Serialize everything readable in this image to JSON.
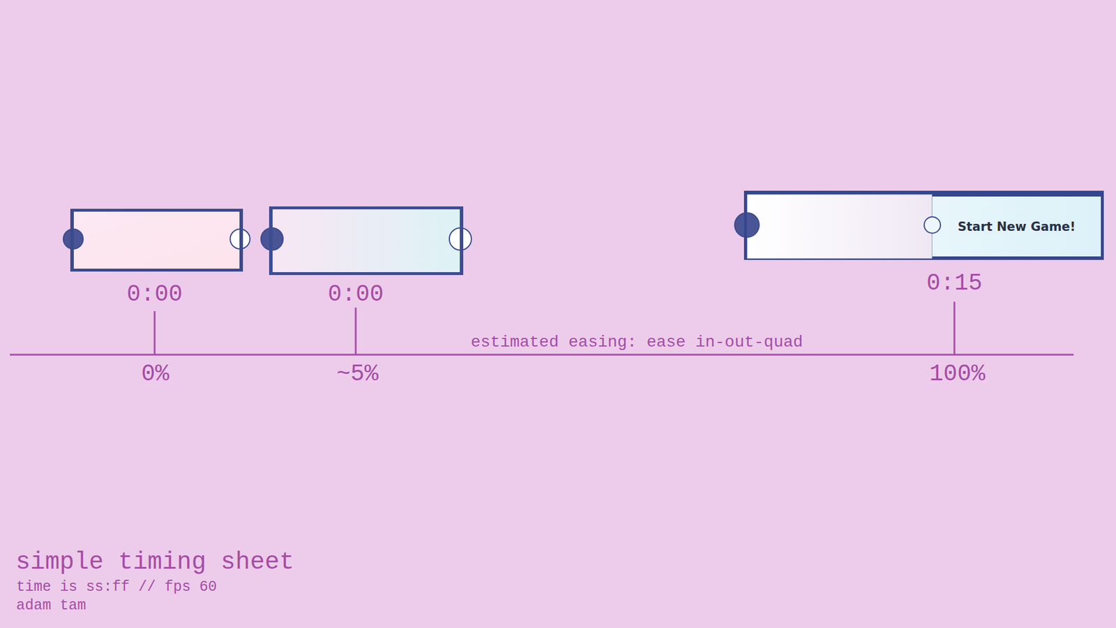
{
  "diagram": {
    "title": "simple timing sheet",
    "nodes": [
      {
        "text": [
          "Start New Game!"
        ]
      }
    ],
    "labels": [
      "0:00",
      "0:00",
      "0:15",
      "estimated easing: ease in-out-quad",
      "0%",
      "~5%",
      "100%",
      "time is ss:ff // fps 60",
      "adam tam"
    ]
  }
}
